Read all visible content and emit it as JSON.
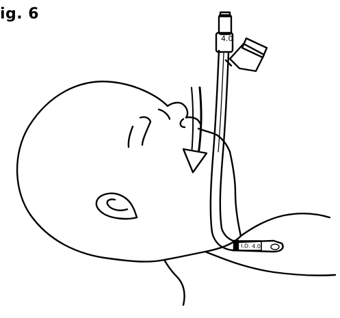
{
  "figure": {
    "label": "ig. 6",
    "tube_size_label": "4.0",
    "tube_marker_label": "I.D. 4.0"
  }
}
